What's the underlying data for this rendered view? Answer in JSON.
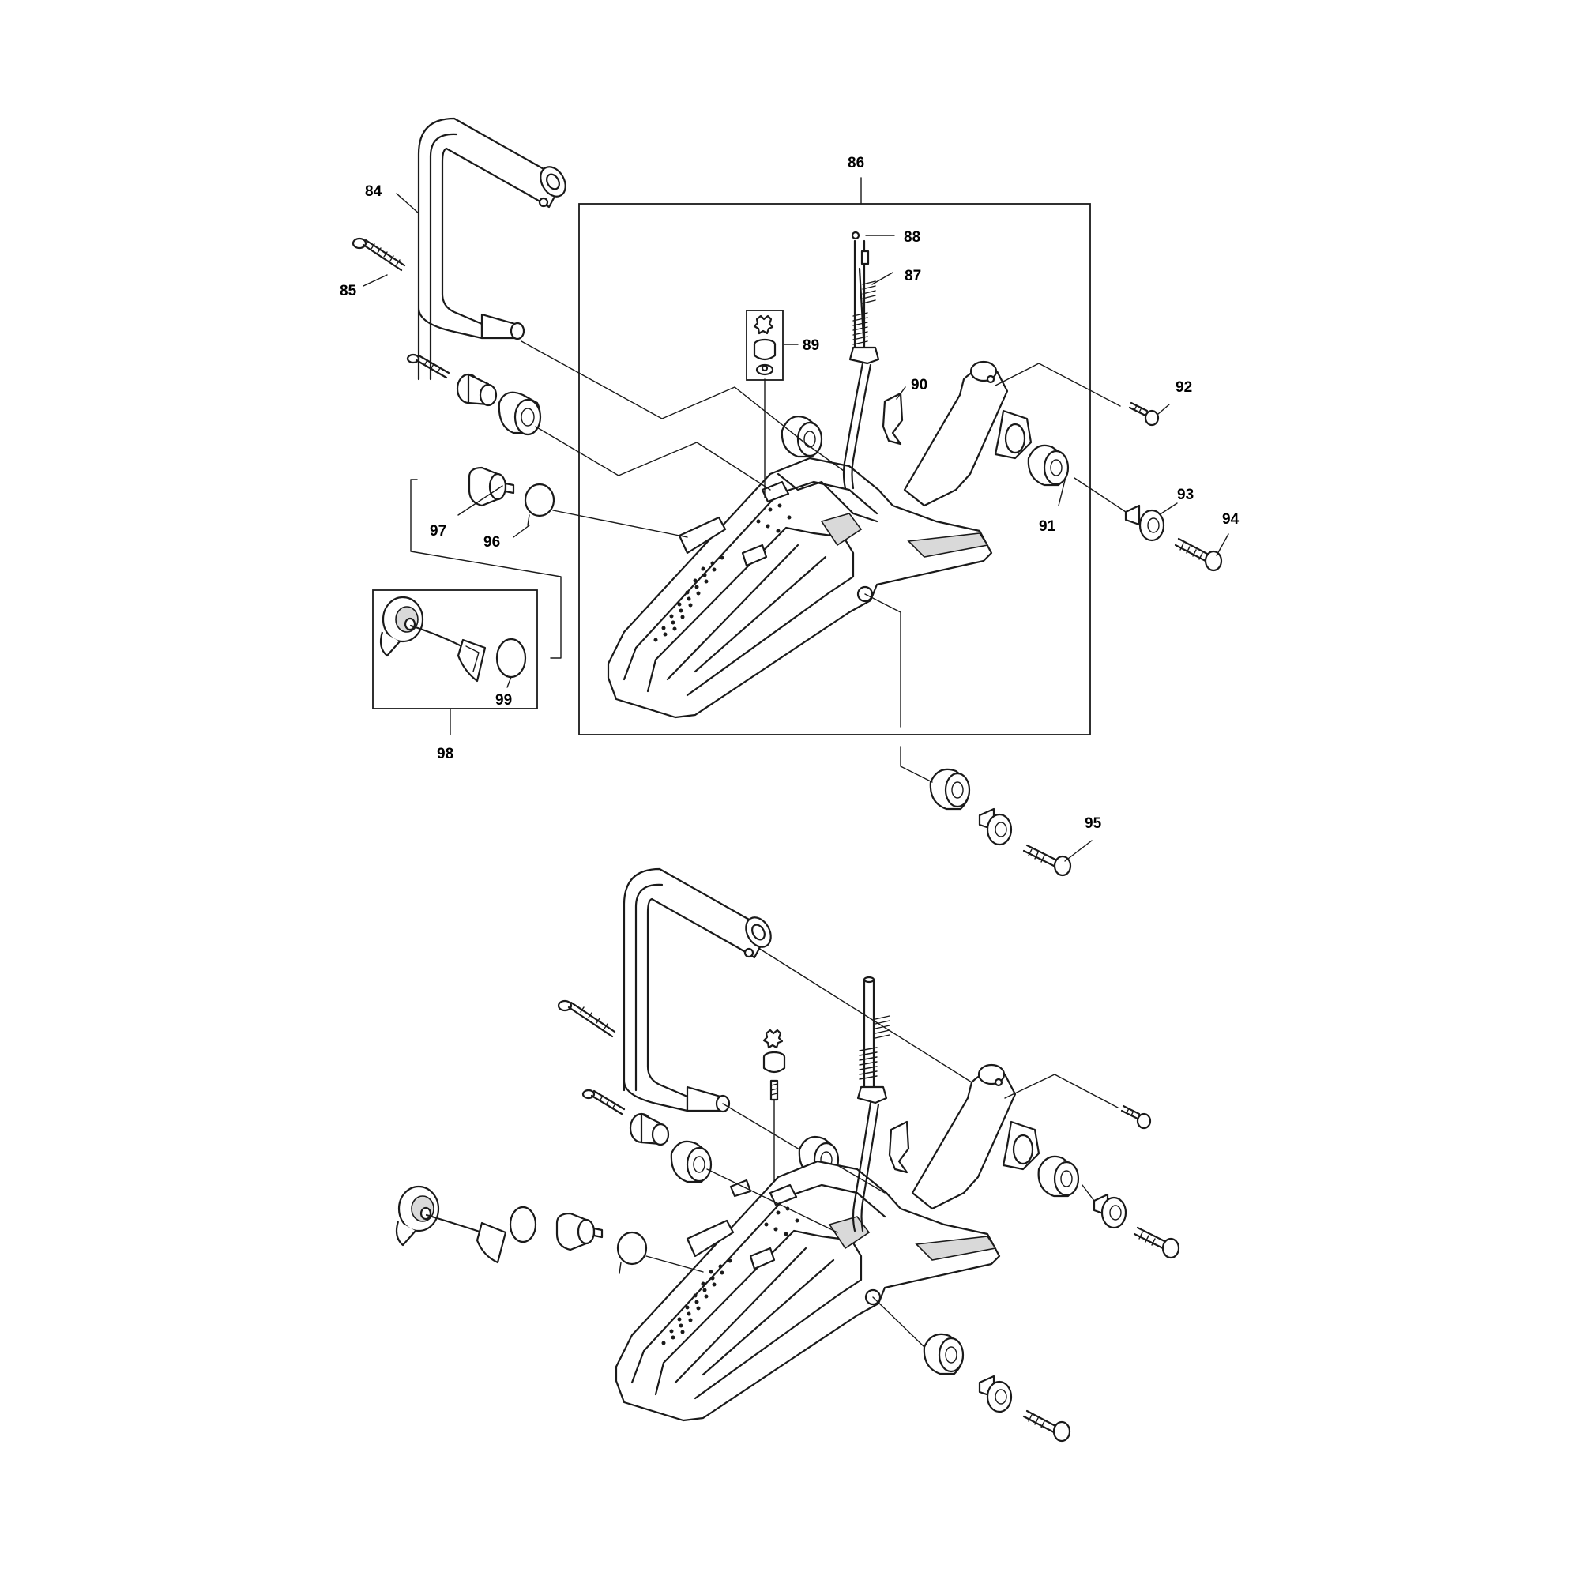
{
  "diagram": {
    "callouts": [
      {
        "id": "84",
        "label": "84"
      },
      {
        "id": "85",
        "label": "85"
      },
      {
        "id": "86",
        "label": "86"
      },
      {
        "id": "87",
        "label": "87"
      },
      {
        "id": "88",
        "label": "88"
      },
      {
        "id": "89",
        "label": "89"
      },
      {
        "id": "90",
        "label": "90"
      },
      {
        "id": "91",
        "label": "91"
      },
      {
        "id": "92",
        "label": "92"
      },
      {
        "id": "93",
        "label": "93"
      },
      {
        "id": "94",
        "label": "94"
      },
      {
        "id": "95",
        "label": "95"
      },
      {
        "id": "96",
        "label": "96"
      },
      {
        "id": "97",
        "label": "97"
      },
      {
        "id": "98",
        "label": "98"
      },
      {
        "id": "99",
        "label": "99"
      }
    ]
  }
}
